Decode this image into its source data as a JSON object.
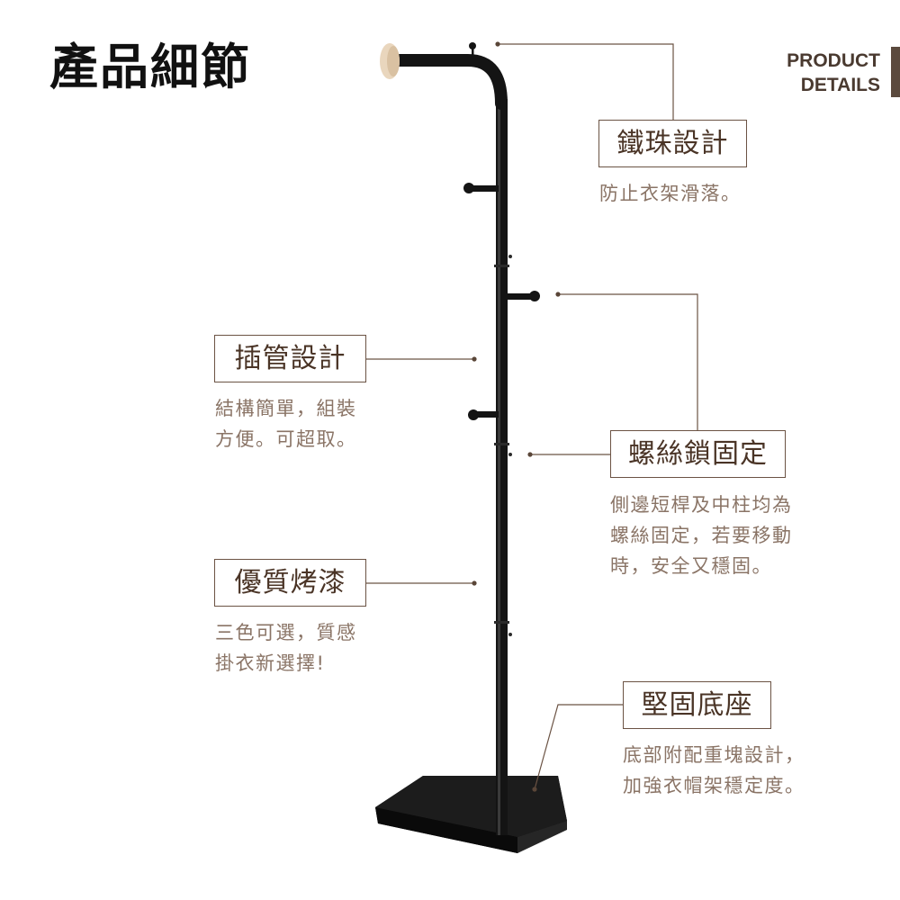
{
  "page": {
    "title": "產品細節",
    "en_line1": "PRODUCT",
    "en_line2": "DETAILS"
  },
  "features": {
    "iron_bead": {
      "title": "鐵珠設計",
      "desc_line1": "防止衣架滑落。"
    },
    "insert_tube": {
      "title": "插管設計",
      "desc_line1": "結構簡單，組裝",
      "desc_line2": "方便。可超取。"
    },
    "screw_lock": {
      "title": "螺絲鎖固定",
      "desc_line1": "側邊短桿及中柱均為",
      "desc_line2": "螺絲固定，若要移動",
      "desc_line3": "時，安全又穩固。"
    },
    "paint": {
      "title": "優質烤漆",
      "desc_line1": "三色可選，質感",
      "desc_line2": "掛衣新選擇!"
    },
    "base": {
      "title": "堅固底座",
      "desc_line1": "底部附配重塊設計，",
      "desc_line2": "加強衣帽架穩定度。"
    }
  },
  "colors": {
    "accent_brown": "#6b5344",
    "desc_text": "#8a7466",
    "product_black": "#141414",
    "wood_cap": "#e9d6bd"
  }
}
